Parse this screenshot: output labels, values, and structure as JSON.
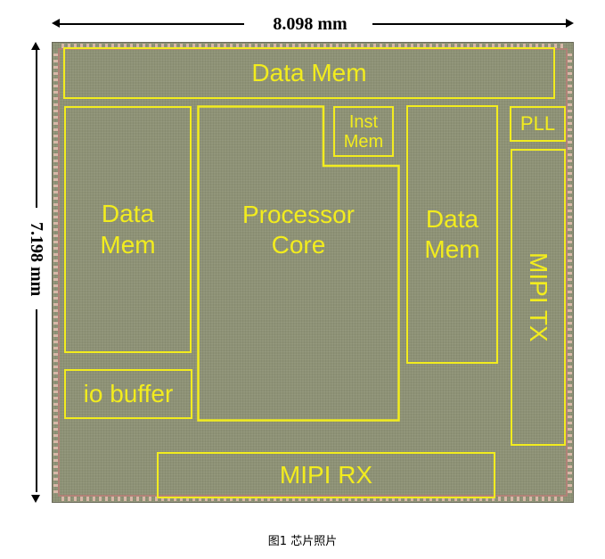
{
  "dimensions": {
    "width_label": "8.098 mm",
    "height_label": "7.198 mm"
  },
  "blocks": {
    "data_mem_top": "Data Mem",
    "data_mem_left": "Data\nMem",
    "processor_core": "Processor\nCore",
    "inst_mem": "Inst\nMem",
    "data_mem_right": "Data\nMem",
    "pll": "PLL",
    "mipi_tx": "MIPI TX",
    "io_buffer": "io buffer",
    "mipi_rx": "MIPI RX"
  },
  "colors": {
    "label": "#f2ec1e",
    "die": "#8e9276"
  },
  "caption": "图1  芯片照片"
}
